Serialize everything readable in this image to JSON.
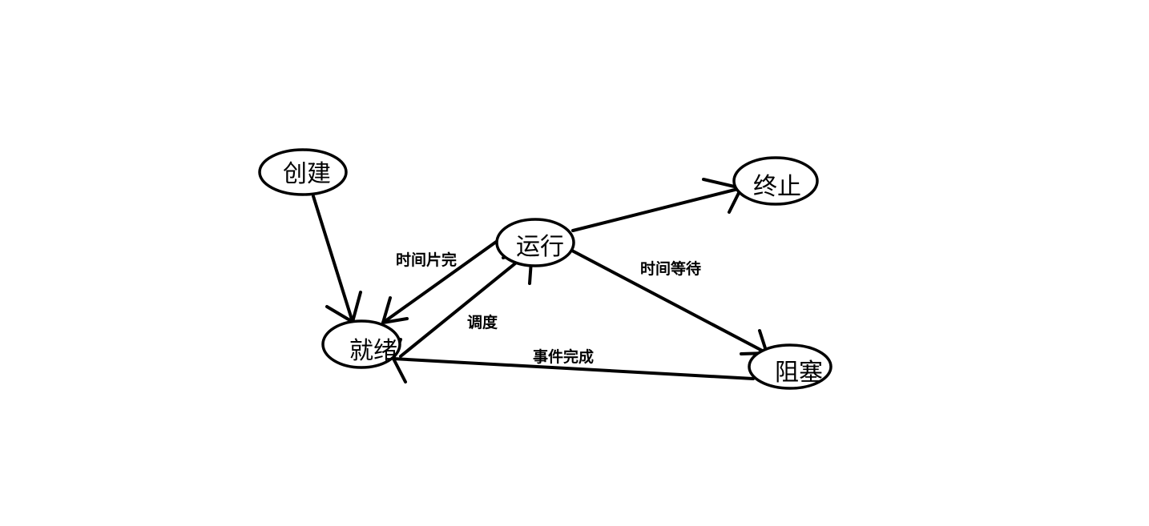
{
  "diagram": {
    "nodes": {
      "create": "创建",
      "ready": "就绪",
      "running": "运行",
      "terminate": "终止",
      "blocked": "阻塞"
    },
    "edges": {
      "create_to_ready": "",
      "running_to_ready": "时间片完",
      "ready_to_running": "调度",
      "running_to_terminate": "",
      "running_to_blocked": "时间等待",
      "blocked_to_ready": "事件完成"
    }
  }
}
